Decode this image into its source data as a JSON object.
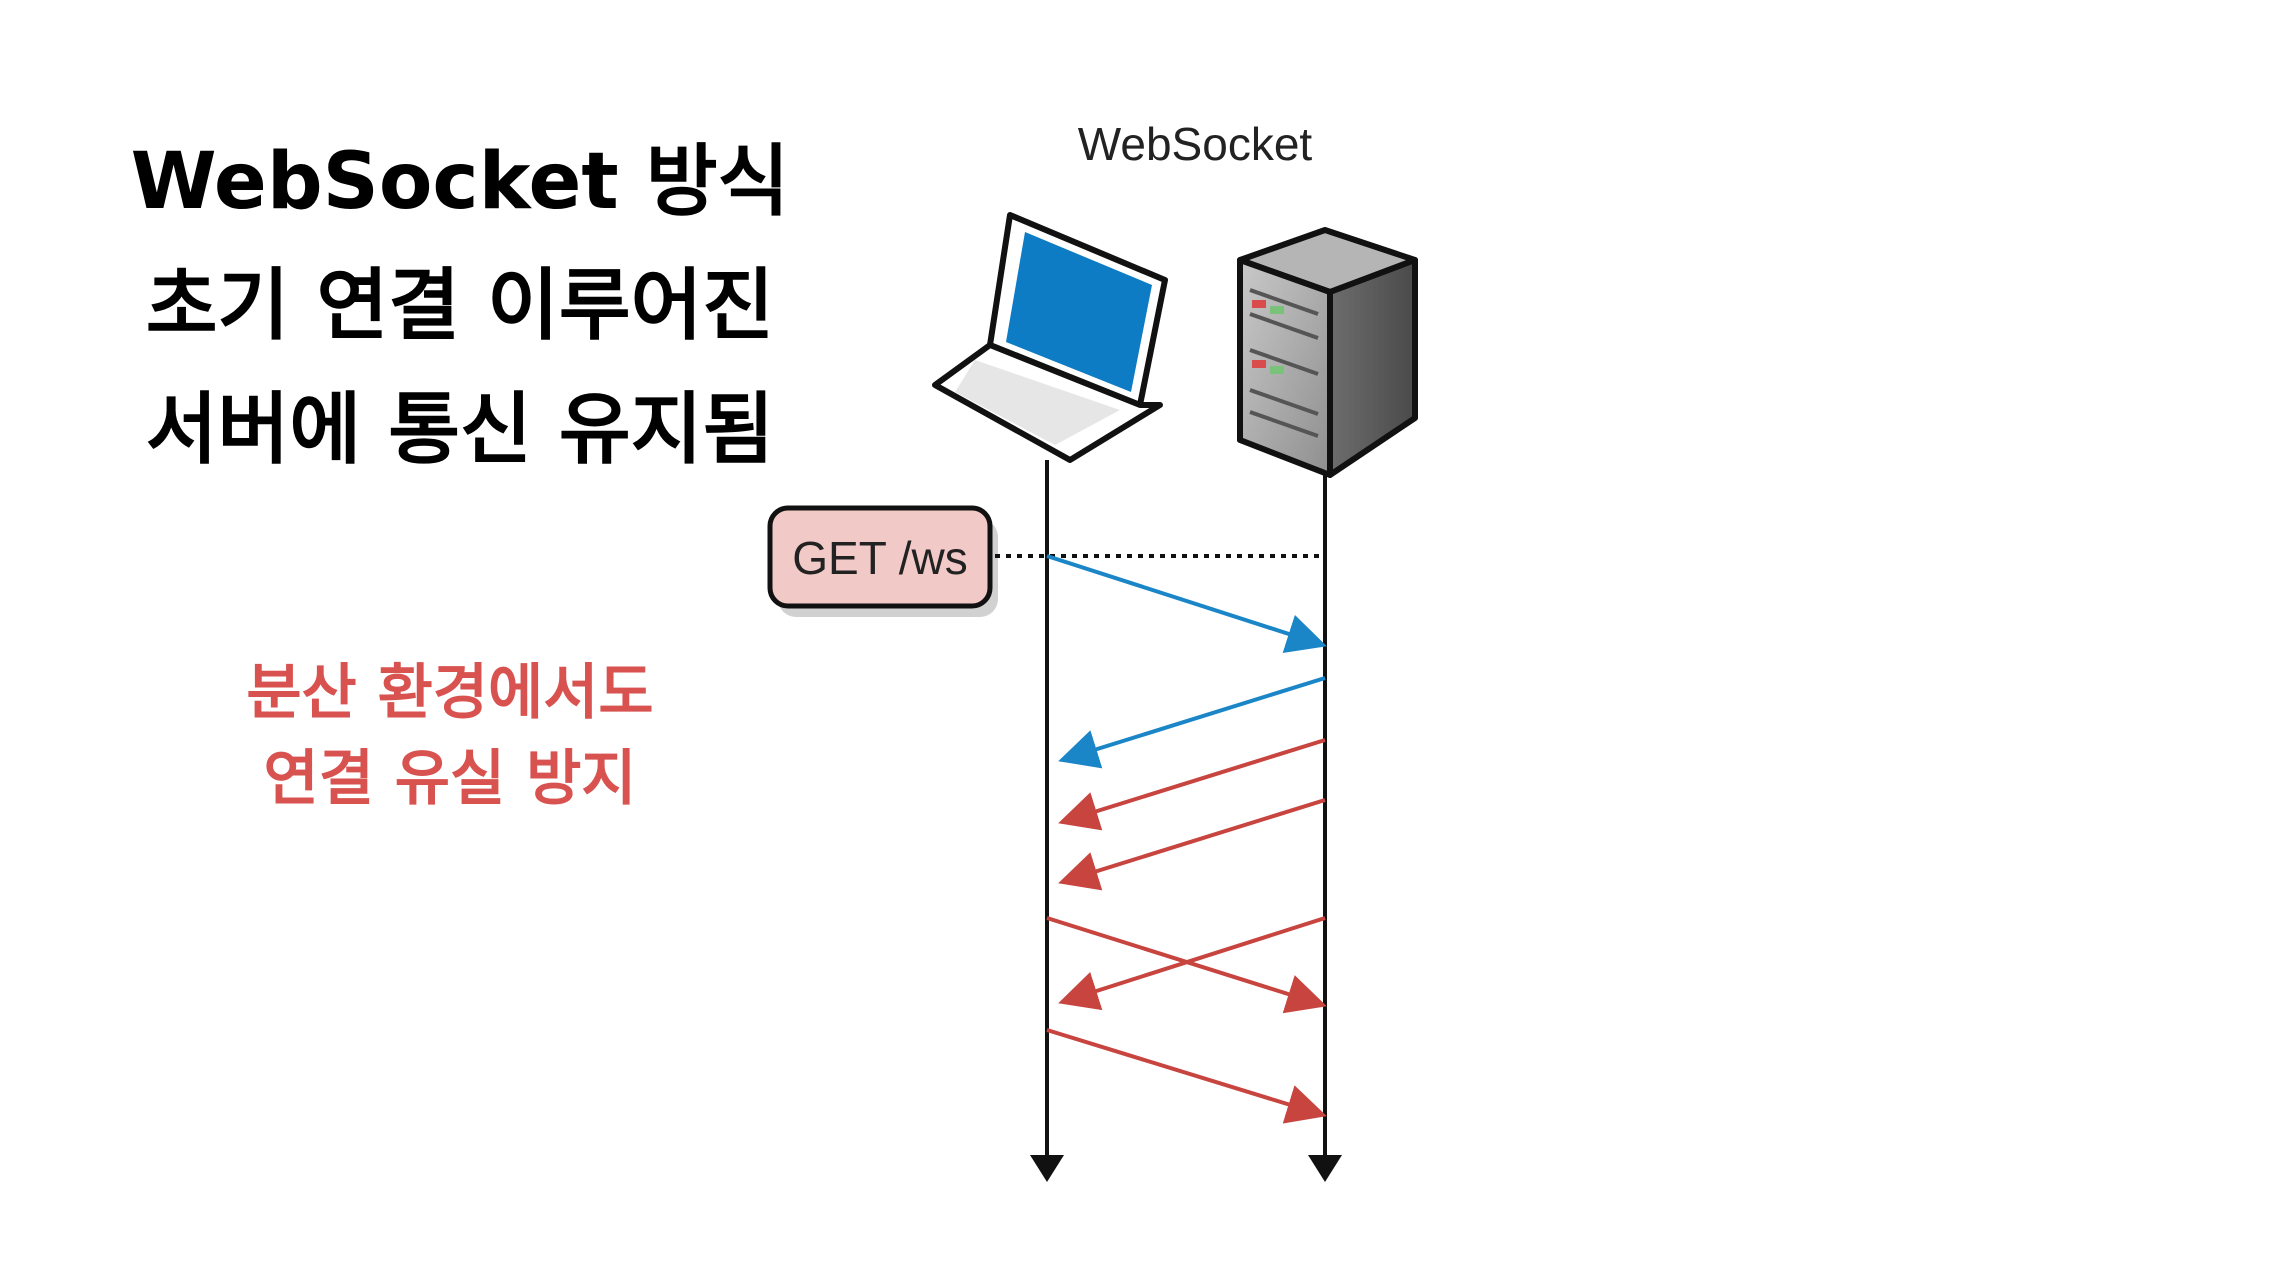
{
  "title": {
    "line1": "WebSocket 방식",
    "line2": "초기 연결 이루어진",
    "line3": "서버에 통신 유지됨"
  },
  "note": {
    "line1": "분산 환경에서도",
    "line2": "연결 유실 방지"
  },
  "diagram": {
    "heading": "WebSocket",
    "request_label": "GET /ws",
    "colors": {
      "handshake": "#1b86c7",
      "messages": "#c8443f",
      "request_box_fill": "#f1c9c7",
      "laptop_screen": "#0e7cc4"
    }
  }
}
